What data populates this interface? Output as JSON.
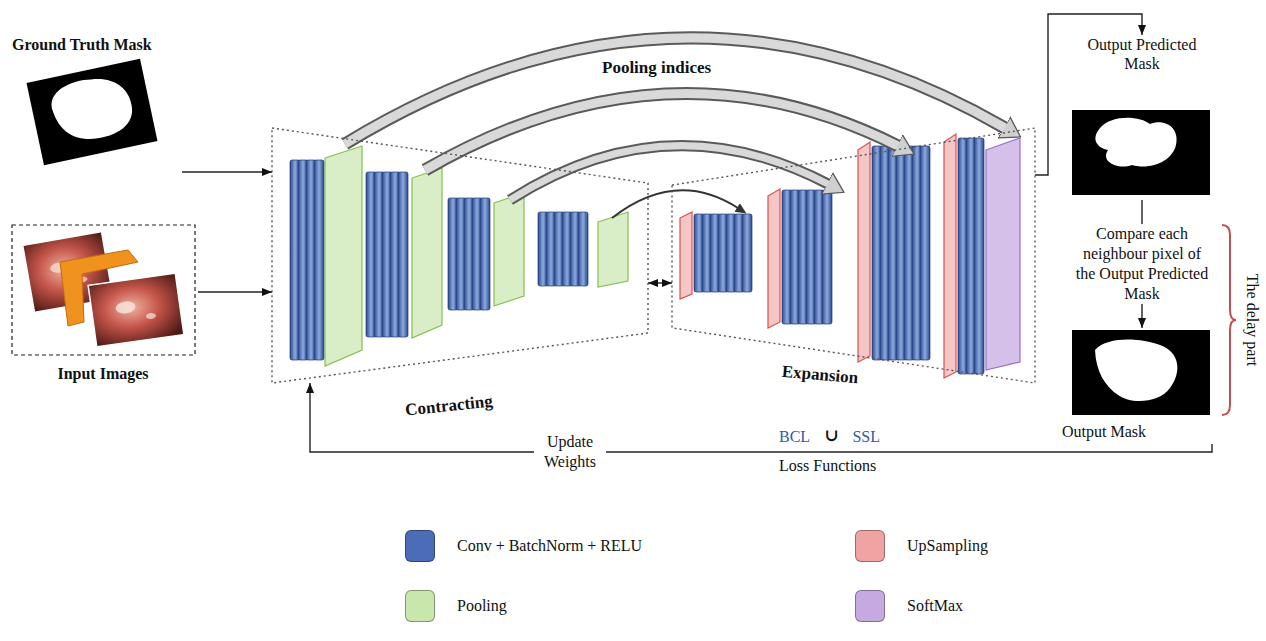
{
  "diagram": {
    "nodes": [
      {
        "text": [
          "Ground Truth Mask"
        ]
      },
      {
        "text": [
          "Input Images"
        ]
      },
      {
        "text": [
          "Contracting"
        ]
      },
      {
        "text": [
          "Expansion"
        ]
      },
      {
        "text": [
          "Output Predicted Mask"
        ]
      },
      {
        "text": [
          "Output Mask"
        ]
      }
    ],
    "edges": [
      {
        "from": 0,
        "to": 2,
        "arrow": "to"
      },
      {
        "from": 1,
        "to": 2,
        "arrow": "to"
      },
      {
        "from": 2,
        "to": 3,
        "arrow": "both"
      },
      {
        "from": 3,
        "to": 4,
        "arrow": "to"
      },
      {
        "from": 4,
        "to": 5,
        "arrow": "to",
        "label": "Compare each neighbour pixel of the Output Predicted Mask"
      },
      {
        "from": 5,
        "to": 2,
        "arrow": "to",
        "label": "Update Weights"
      }
    ],
    "labels": [
      "Pooling indices",
      "BCL",
      "∪",
      "SSL",
      "Loss Functions",
      "The delay part"
    ],
    "legend": [
      {
        "text": "Conv + BatchNorm + RELU",
        "color": "#4b6cb7"
      },
      {
        "text": "Pooling",
        "color": "#c9e6ad"
      },
      {
        "text": "UpSampling",
        "color": "#f0a3a3"
      },
      {
        "text": "SoftMax",
        "color": "#c6a9e0"
      }
    ]
  }
}
